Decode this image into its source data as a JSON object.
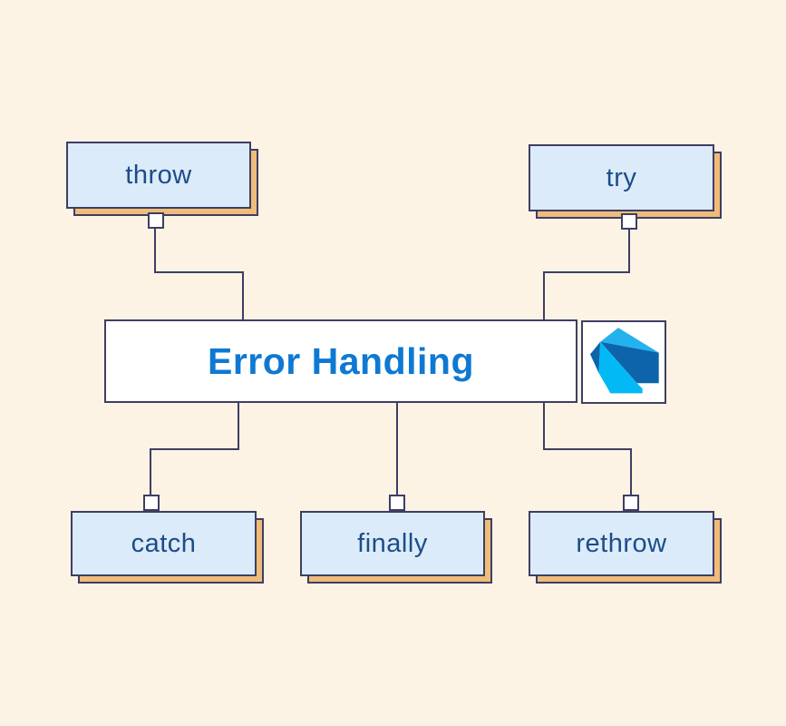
{
  "diagram": {
    "title": "Error Handling",
    "nodes": [
      {
        "id": "throw",
        "label": "throw"
      },
      {
        "id": "try",
        "label": "try"
      },
      {
        "id": "catch",
        "label": "catch"
      },
      {
        "id": "finally",
        "label": "finally"
      },
      {
        "id": "rethrow",
        "label": "rethrow"
      }
    ],
    "logo": {
      "name": "dart-logo",
      "alt": "Dart"
    }
  },
  "theme": {
    "background": "#fdf3e4",
    "node_fill": "#dcebf9",
    "node_border": "#3e3e64",
    "node_shadow": "#f0bc7a",
    "node_text": "#1b4d8a",
    "title_text": "#0e79d3",
    "title_fill": "#ffffff",
    "connector": "#3e3e64",
    "port_fill": "#ffffff",
    "dart_cyan": "#02b9f5",
    "dart_cyan_light": "#24b2ef",
    "dart_dark": "#0d64ab"
  }
}
